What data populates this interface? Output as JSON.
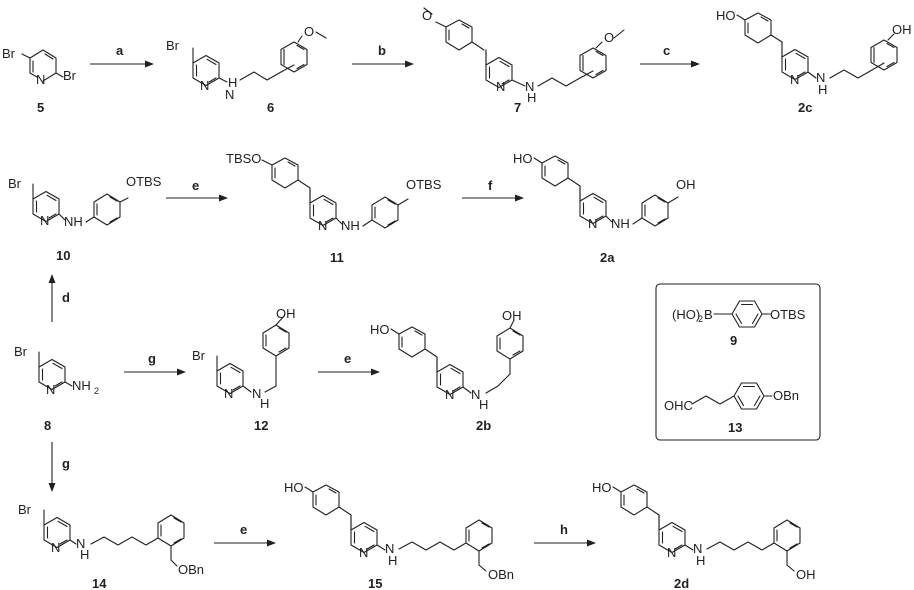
{
  "atoms": {
    "br": "Br",
    "n": "N",
    "h": "H",
    "nh": "NH",
    "n_of_nh2": "NH",
    "sub2": "2",
    "ho": "HO",
    "oh": "OH",
    "otbs": "OTBS",
    "tbso": "TBSO",
    "obn": "OBn",
    "boronic_prefix": "(HO)",
    "boronic_b": "B",
    "ohc": "OHC"
  },
  "compounds": {
    "c5": "5",
    "c6": "6",
    "c7": "7",
    "c2c": "2c",
    "c10": "10",
    "c11": "11",
    "c2a": "2a",
    "c8": "8",
    "c12": "12",
    "c2b": "2b",
    "c9": "9",
    "c13": "13",
    "c14": "14",
    "c15": "15",
    "c2d": "2d"
  },
  "reagents": {
    "a": "a",
    "b": "b",
    "c": "c",
    "d": "d",
    "e": "e",
    "f": "f",
    "g": "g",
    "h": "h"
  },
  "colors": {
    "ink": "#231f20",
    "background": "#ffffff"
  }
}
